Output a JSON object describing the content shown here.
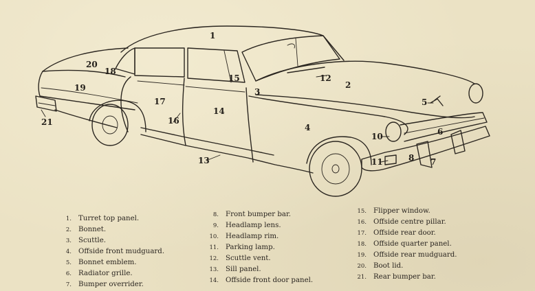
{
  "callouts": {
    "c1": "1",
    "c2": "2",
    "c3": "3",
    "c4": "4",
    "c5": "5",
    "c6": "6",
    "c7": "7",
    "c8": "8",
    "c10": "10",
    "c11": "11",
    "c12": "12",
    "c13": "13",
    "c14": "14",
    "c15": "15",
    "c16": "16",
    "c17": "17",
    "c18": "18",
    "c19": "19",
    "c20": "20",
    "c21": "21"
  },
  "legend": {
    "col1": [
      {
        "num": "1.",
        "label": "Turret top panel."
      },
      {
        "num": "2.",
        "label": "Bonnet."
      },
      {
        "num": "3.",
        "label": "Scuttle."
      },
      {
        "num": "4.",
        "label": "Offside front mudguard."
      },
      {
        "num": "5.",
        "label": "Bonnet emblem."
      },
      {
        "num": "6.",
        "label": "Radiator grille."
      },
      {
        "num": "7.",
        "label": "Bumper overrider."
      }
    ],
    "col2": [
      {
        "num": "8.",
        "label": "Front bumper bar."
      },
      {
        "num": "9.",
        "label": "Headlamp lens."
      },
      {
        "num": "10.",
        "label": "Headlamp rim."
      },
      {
        "num": "11.",
        "label": "Parking lamp."
      },
      {
        "num": "12.",
        "label": "Scuttle vent."
      },
      {
        "num": "13.",
        "label": "Sill panel."
      },
      {
        "num": "14.",
        "label": "Offside front door panel."
      }
    ],
    "col3": [
      {
        "num": "15.",
        "label": "Flipper window."
      },
      {
        "num": "16.",
        "label": "Offside centre pillar."
      },
      {
        "num": "17.",
        "label": "Offside rear door."
      },
      {
        "num": "18.",
        "label": "Offside quarter panel."
      },
      {
        "num": "19.",
        "label": "Offside rear mudguard."
      },
      {
        "num": "20.",
        "label": "Boot lid."
      },
      {
        "num": "21.",
        "label": "Rear bumper bar."
      }
    ]
  }
}
